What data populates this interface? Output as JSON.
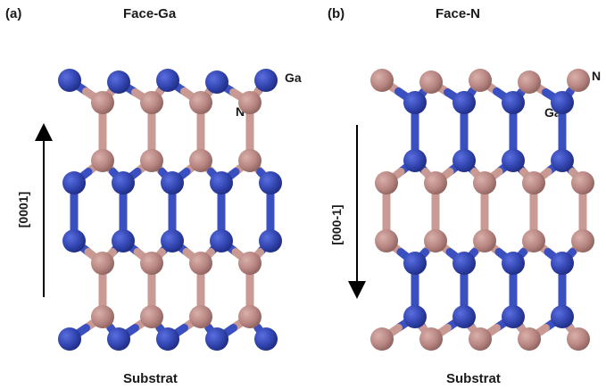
{
  "panel_a": {
    "label": "(a)",
    "title": "Face-Ga",
    "atom_label_top": "Ga",
    "atom_label_second": "N",
    "direction": "[0001]",
    "bottom": "Substrat"
  },
  "panel_b": {
    "label": "(b)",
    "title": "Face-N",
    "atom_label_top": "N",
    "atom_label_second": "Ga",
    "direction": "[000-1]",
    "bottom": "Substrat"
  },
  "colors": {
    "ga_atom": "#3245b0",
    "n_atom": "#b88682",
    "bond_ga": "#3a4fc0",
    "bond_n": "#c99a94",
    "text": "#1a1a1a"
  }
}
